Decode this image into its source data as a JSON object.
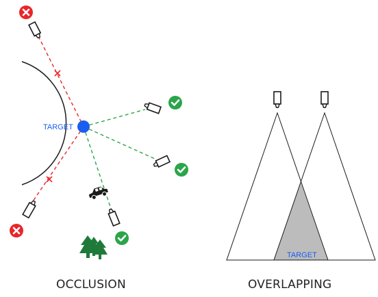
{
  "labels": {
    "target_left": "TARGET",
    "target_right": "TARGET",
    "caption_left": "OCCLUSION",
    "caption_right": "OVERLAPPING"
  },
  "colors": {
    "blocked": "#e8262b",
    "visible": "#2aa54a",
    "target_dot": "#1a5ef0",
    "target_text": "#1a5ef0",
    "overlap_fill": "#bcbcbc",
    "tree": "#1f7a3a",
    "line": "#1a1a1a"
  },
  "icons": {
    "camera": "camera-icon",
    "blocked_status": "x-circle-icon",
    "visible_status": "check-circle-icon",
    "car": "car-icon",
    "trees": "tree-icon"
  }
}
